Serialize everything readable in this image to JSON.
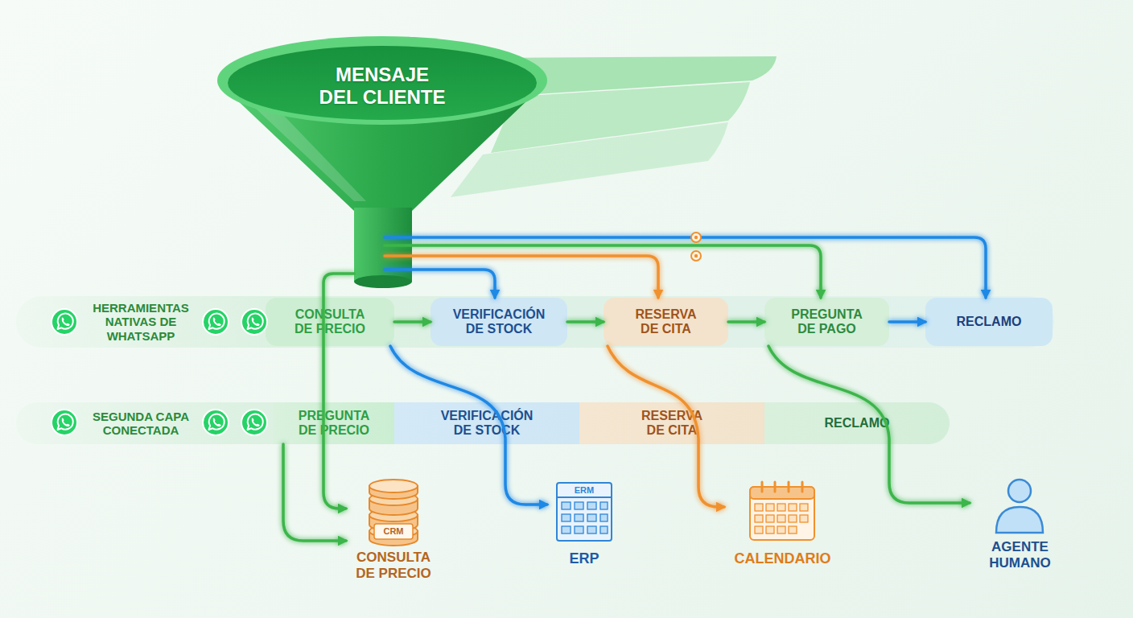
{
  "diagram": {
    "nodes": [
      {
        "text": [
          "MENSAJE DEL CLIENTE"
        ]
      },
      {
        "text": [
          "HERRAMIENTAS NATIVAS DE WHATSAPP"
        ]
      },
      {
        "text": [
          "CONSULTA DE PRECIO"
        ],
        "in": 1
      },
      {
        "text": [
          "VERIFICACIÓN DE STOCK"
        ],
        "in": 1
      },
      {
        "text": [
          "RESERVA DE CITA"
        ],
        "in": 1
      },
      {
        "text": [
          "PREGUNTA DE PAGO"
        ],
        "in": 1
      },
      {
        "text": [
          "RECLAMO"
        ],
        "in": 1
      },
      {
        "text": [
          "SEGUNDA CAPA CONECTADA"
        ]
      },
      {
        "text": [
          "PREGUNTA DE PRECIO"
        ],
        "in": 7
      },
      {
        "text": [
          "VERIFICACIÓN DE STOCK"
        ],
        "in": 7
      },
      {
        "text": [
          "RESERVA DE CITA"
        ],
        "in": 7
      },
      {
        "text": [
          "RECLAMO"
        ],
        "in": 7
      },
      {
        "text": [
          "CRM",
          "CONSULTA DE PRECIO"
        ]
      },
      {
        "text": [
          "ERM",
          "ERP"
        ]
      },
      {
        "text": [
          "CALENDARIO"
        ]
      },
      {
        "text": [
          "AGENTE HUMANO"
        ]
      }
    ],
    "edges": [
      {
        "from": 0,
        "to": 3,
        "arrow": "to"
      },
      {
        "from": 0,
        "to": 4,
        "arrow": "to"
      },
      {
        "from": 0,
        "to": 5,
        "arrow": "to"
      },
      {
        "from": 0,
        "to": 6,
        "arrow": "to"
      },
      {
        "from": 0,
        "to": 12,
        "arrow": "to"
      },
      {
        "from": 2,
        "to": 3,
        "arrow": "to"
      },
      {
        "from": 3,
        "to": 4,
        "arrow": "to"
      },
      {
        "from": 4,
        "to": 5,
        "arrow": "to"
      },
      {
        "from": 5,
        "to": 6,
        "arrow": "to"
      },
      {
        "from": 8,
        "to": 12,
        "arrow": "to"
      },
      {
        "from": 2,
        "to": 13,
        "arrow": "to"
      },
      {
        "from": 4,
        "to": 14,
        "arrow": "to"
      },
      {
        "from": 5,
        "to": 15,
        "arrow": "to"
      }
    ]
  }
}
